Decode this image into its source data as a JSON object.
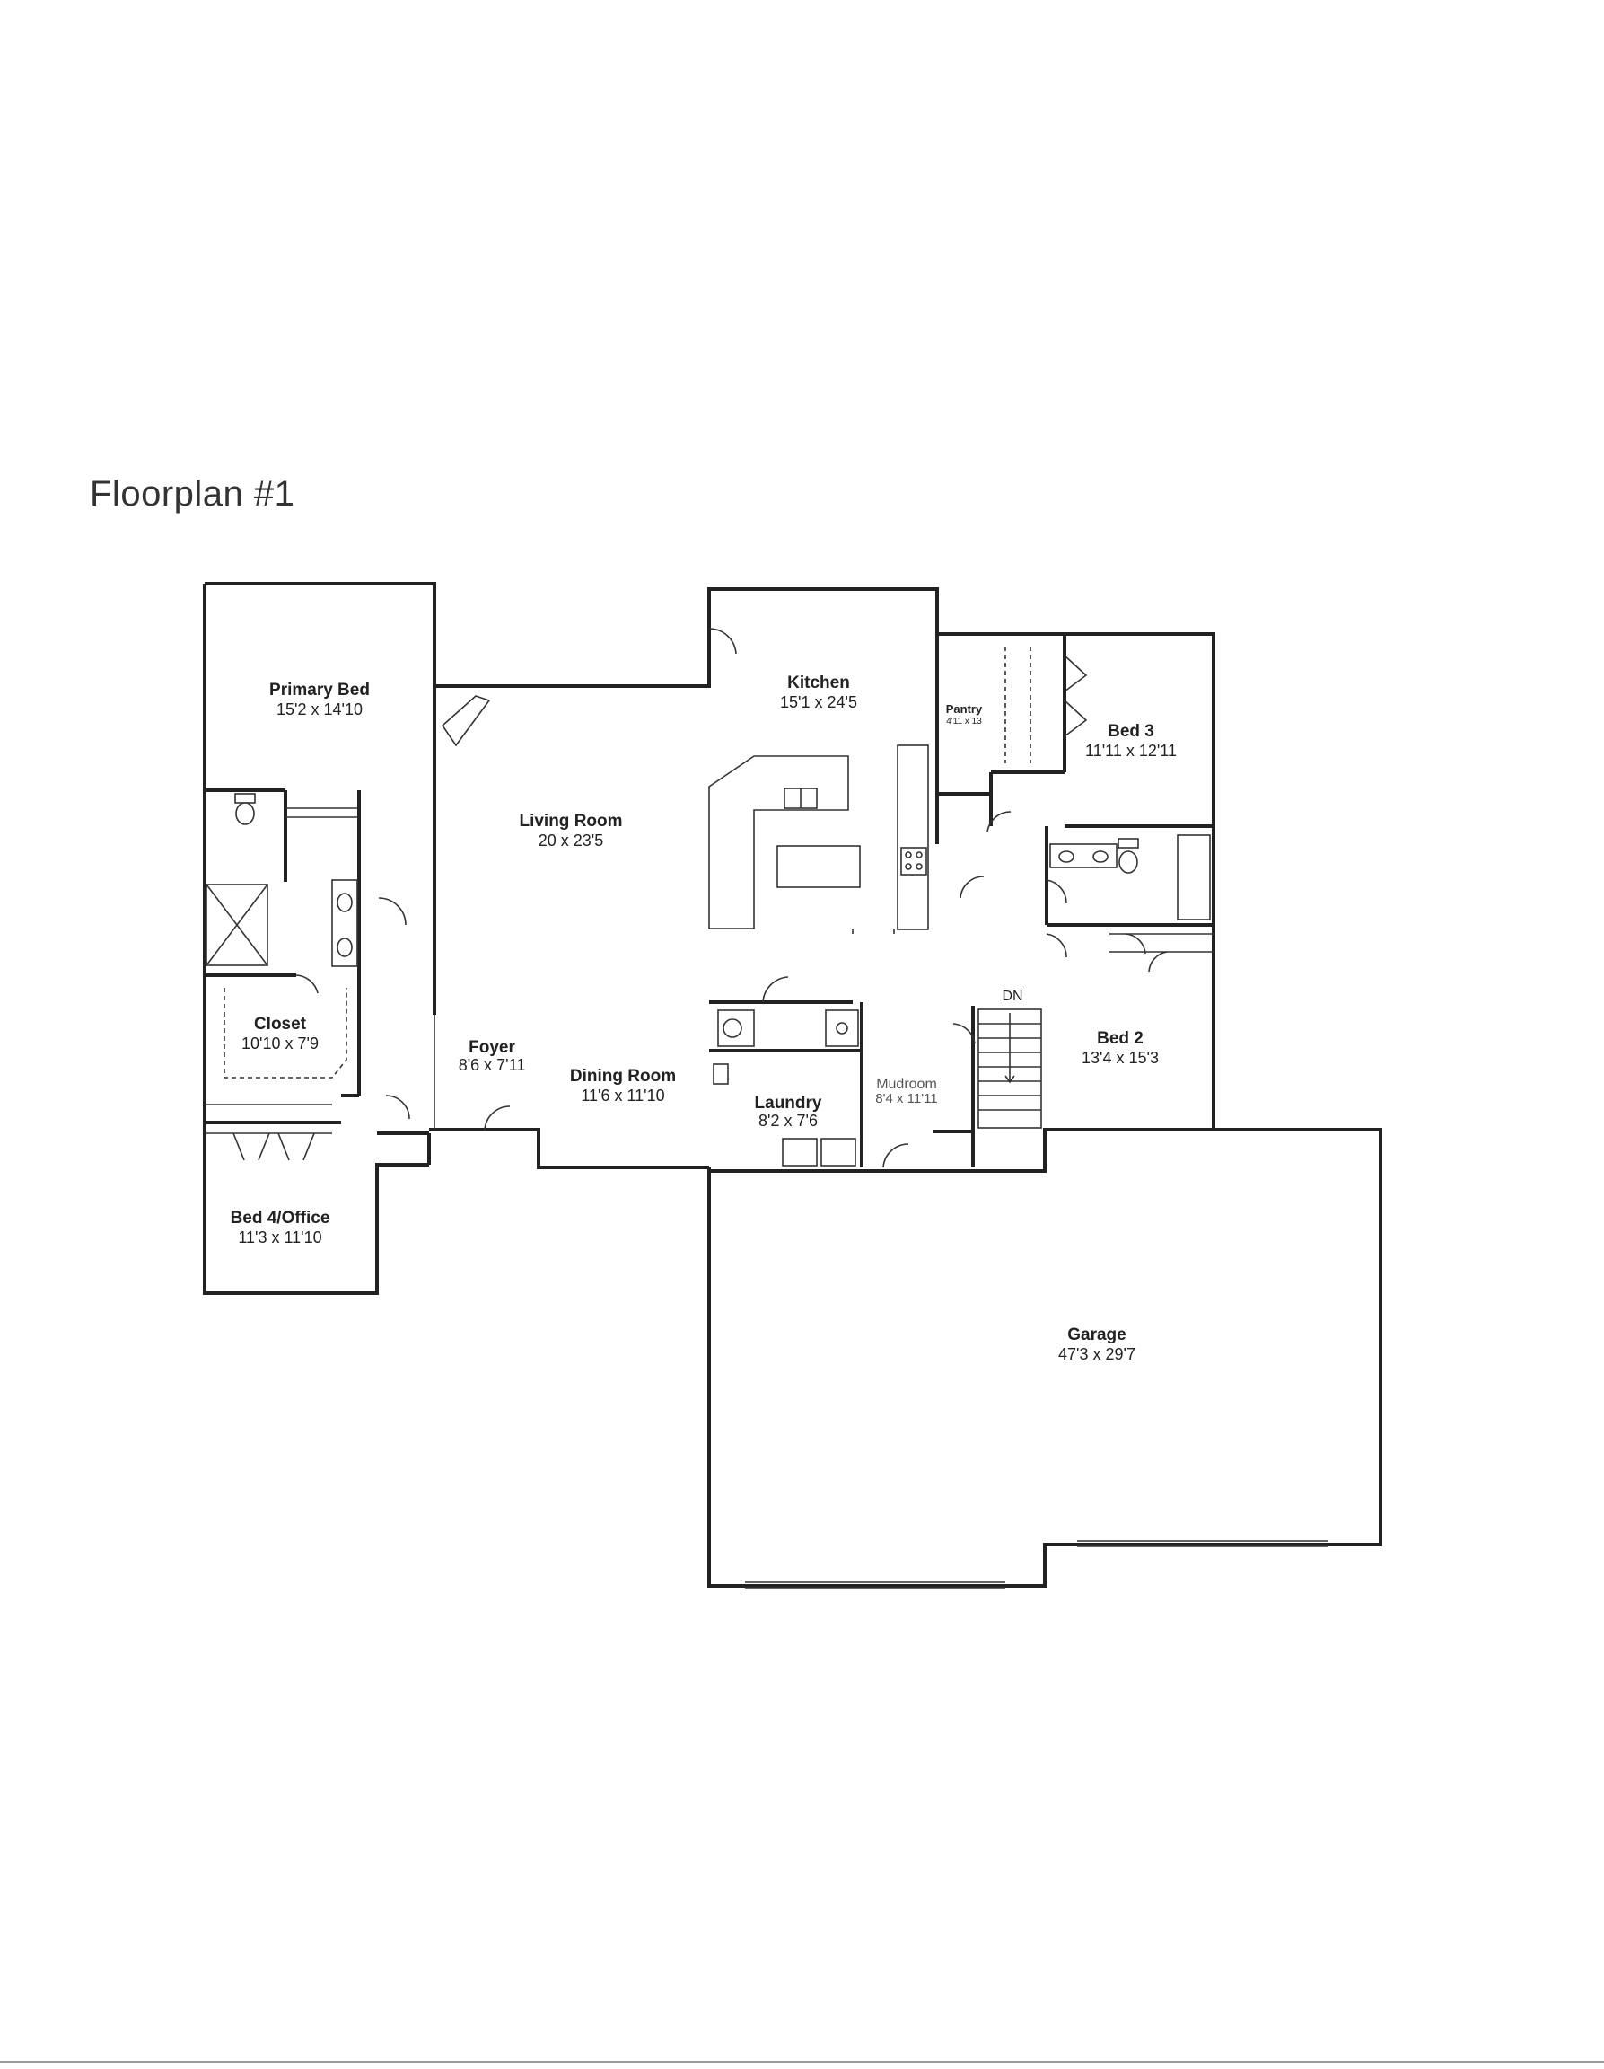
{
  "title": "Floorplan #1",
  "rooms": {
    "primary_bed": {
      "name": "Primary Bed",
      "dim": "15'2 x 14'10"
    },
    "kitchen": {
      "name": "Kitchen",
      "dim": "15'1 x 24'5"
    },
    "pantry": {
      "name": "Pantry",
      "dim": "4'11 x 13"
    },
    "bed3": {
      "name": "Bed 3",
      "dim": "11'11 x 12'11"
    },
    "living": {
      "name": "Living Room",
      "dim": "20 x 23'5"
    },
    "closet": {
      "name": "Closet",
      "dim": "10'10 x 7'9"
    },
    "foyer": {
      "name": "Foyer",
      "dim": "8'6 x 7'11"
    },
    "dining": {
      "name": "Dining Room",
      "dim": "11'6 x 11'10"
    },
    "laundry": {
      "name": "Laundry",
      "dim": "8'2 x 7'6"
    },
    "mudroom": {
      "name": "Mudroom",
      "dim": "8'4 x 11'11"
    },
    "bed2": {
      "name": "Bed 2",
      "dim": "13'4 x 15'3"
    },
    "bed4": {
      "name": "Bed 4/Office",
      "dim": "11'3 x 11'10"
    },
    "garage": {
      "name": "Garage",
      "dim": "47'3 x 29'7"
    }
  },
  "stair_label": "DN"
}
